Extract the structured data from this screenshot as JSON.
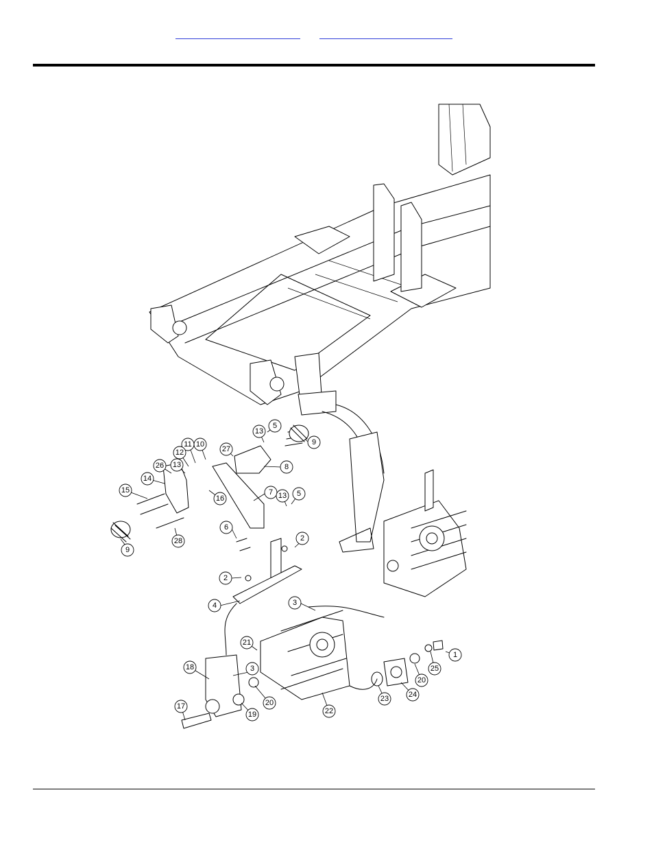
{
  "header": {
    "links": [
      "",
      ""
    ]
  },
  "callouts": [
    {
      "id": "c1",
      "label": "1"
    },
    {
      "id": "c2a",
      "label": "2"
    },
    {
      "id": "c2b",
      "label": "2"
    },
    {
      "id": "c3a",
      "label": "3"
    },
    {
      "id": "c3b",
      "label": "3"
    },
    {
      "id": "c4",
      "label": "4"
    },
    {
      "id": "c5a",
      "label": "5"
    },
    {
      "id": "c5b",
      "label": "5"
    },
    {
      "id": "c6",
      "label": "6"
    },
    {
      "id": "c7",
      "label": "7"
    },
    {
      "id": "c8",
      "label": "8"
    },
    {
      "id": "c9a",
      "label": "9"
    },
    {
      "id": "c9b",
      "label": "9"
    },
    {
      "id": "c10",
      "label": "10"
    },
    {
      "id": "c11",
      "label": "11"
    },
    {
      "id": "c12",
      "label": "12"
    },
    {
      "id": "c13a",
      "label": "13"
    },
    {
      "id": "c13b",
      "label": "13"
    },
    {
      "id": "c13c",
      "label": "13"
    },
    {
      "id": "c14",
      "label": "14"
    },
    {
      "id": "c15",
      "label": "15"
    },
    {
      "id": "c16",
      "label": "16"
    },
    {
      "id": "c17",
      "label": "17"
    },
    {
      "id": "c18",
      "label": "18"
    },
    {
      "id": "c19",
      "label": "19"
    },
    {
      "id": "c20a",
      "label": "20"
    },
    {
      "id": "c20b",
      "label": "20"
    },
    {
      "id": "c21",
      "label": "21"
    },
    {
      "id": "c22",
      "label": "22"
    },
    {
      "id": "c23",
      "label": "23"
    },
    {
      "id": "c24",
      "label": "24"
    },
    {
      "id": "c25",
      "label": "25"
    },
    {
      "id": "c26",
      "label": "26"
    },
    {
      "id": "c27",
      "label": "27"
    },
    {
      "id": "c28",
      "label": "28"
    }
  ]
}
